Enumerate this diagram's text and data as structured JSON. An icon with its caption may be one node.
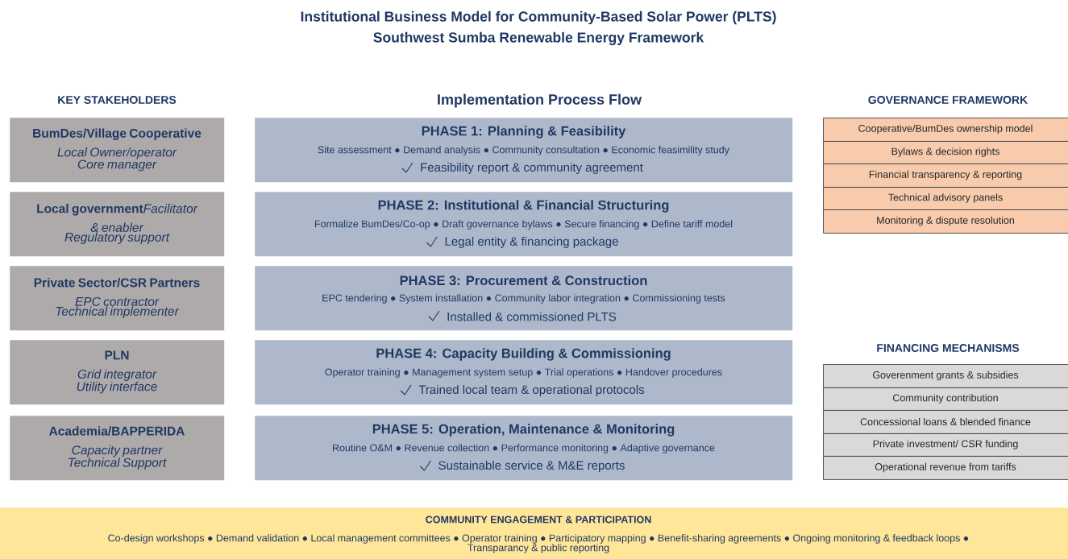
{
  "diagram": {
    "title": "Institutional Business Model for Community-Based Solar Power (PLTS)",
    "nodes": [
      {
        "text": [
          "BumDes/Village Cooperative",
          "Local Owner/operator",
          "Core manager"
        ]
      },
      {
        "text": [
          "Local government",
          "Facilitator & enabler",
          "Regulatory support"
        ]
      },
      {
        "text": [
          "Private Sector/CSR Partners",
          "EPC contractor",
          "Technical implementer"
        ]
      },
      {
        "text": [
          "PLN",
          "Grid integrator",
          "Utility interface"
        ]
      },
      {
        "text": [
          "Academia/BAPPERIDA",
          "Capacity partner",
          "Technical Support"
        ]
      },
      {
        "text": [
          "PHASE 1: Planning & Feasibility",
          "Site assessment ● Demand analysis ● Community consultation ● Economic feasimility study",
          "Feasibility report & community agreement"
        ]
      },
      {
        "text": [
          "PHASE 2: Institutional & Financial Structuring",
          "Formalize BumDes/Co-op ● Draft governance bylaws ● Secure financing ● Define tariff model",
          "Legal entity & financing package"
        ]
      },
      {
        "text": [
          "PHASE 3: Procurement & Construction",
          "EPC tendering ● System installation ● Community labor integration ● Commissioning tests",
          "Installed & commissioned PLTS"
        ]
      },
      {
        "text": [
          "PHASE 4: Capacity Building & Commissioning",
          "Operator training ● Management system setup ● Trial operations ● Handover procedures",
          "Trained local team & operational protocols"
        ]
      },
      {
        "text": [
          "PHASE 5: Operation, Maintenance & Monitoring",
          "Routine O&M ● Revenue collection ● Performance monitoring ● Adaptive governance",
          "Sustainable service & M&E reports"
        ]
      },
      {
        "text": [
          "Cooperative/BumDes ownership model"
        ]
      },
      {
        "text": [
          "Bylaws & decision rights"
        ]
      },
      {
        "text": [
          "Financial transparency & reporting"
        ]
      },
      {
        "text": [
          "Technical advisory panels"
        ]
      },
      {
        "text": [
          "Monitoring & dispute resolution"
        ]
      },
      {
        "text": [
          "Goverenment grants & subsidies"
        ]
      },
      {
        "text": [
          "Community contribution"
        ]
      },
      {
        "text": [
          "Concessional loans & blended finance"
        ]
      },
      {
        "text": [
          "Private investment/ CSR funding"
        ]
      },
      {
        "text": [
          "Operational revenue from tariffs"
        ]
      },
      {
        "text": [
          "COMMUNITY ENGAGEMENT & PARTICIPATION",
          "Co-design workshops ● Demand validation ● Local management committees ● Operator training ● Participatory mapping ● Benefit-sharing agreements ● Ongoing monitoring & feedback loops ● Transparancy & public reporting"
        ]
      }
    ],
    "labels": [
      "Southwest Sumba Renewable Energy Framework",
      "KEY STAKEHOLDERS",
      "Implementation Process Flow",
      "GOVERNANCE FRAMEWORK",
      "FINANCING MECHANISMS"
    ]
  }
}
